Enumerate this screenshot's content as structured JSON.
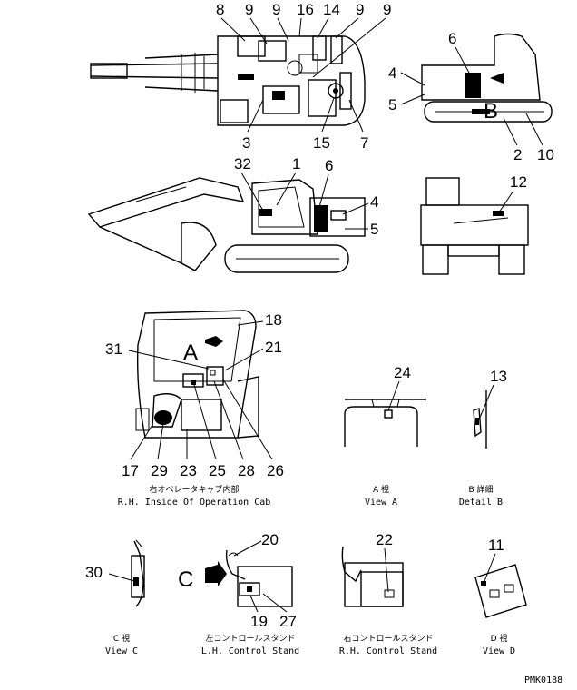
{
  "drawing_code": "PMK0188",
  "top_view_labels": [
    "8",
    "9",
    "9",
    "16",
    "14",
    "9",
    "9",
    "3",
    "15",
    "7"
  ],
  "rear_right_labels": [
    "6",
    "4",
    "5",
    "2",
    "10",
    "B"
  ],
  "side_view_labels": [
    "32",
    "1",
    "6",
    "4",
    "5"
  ],
  "rear_view_labels": [
    "12"
  ],
  "cab_labels": [
    "18",
    "21",
    "31",
    "17",
    "29",
    "23",
    "25",
    "28",
    "26",
    "A"
  ],
  "view_a_labels": [
    "24"
  ],
  "detail_b_labels": [
    "13"
  ],
  "view_c_labels": [
    "30"
  ],
  "lh_stand_labels": [
    "20",
    "19",
    "27",
    "C"
  ],
  "rh_stand_labels": [
    "22"
  ],
  "view_d_labels": [
    "11"
  ],
  "captions": {
    "cab_jp": "右オペレータキャブ内部",
    "cab_en": "R.H. Inside Of Operation Cab",
    "view_a_jp": "A 視",
    "view_a_en": "View A",
    "detail_b_jp": "B 詳細",
    "detail_b_en": "Detail B",
    "view_c_jp": "C 視",
    "view_c_en": "View C",
    "lh_jp": "左コントロールスタンド",
    "lh_en": "L.H. Control Stand",
    "rh_jp": "右コントロールスタンド",
    "rh_en": "R.H. Control Stand",
    "view_d_jp": "D 視",
    "view_d_en": "View D"
  }
}
